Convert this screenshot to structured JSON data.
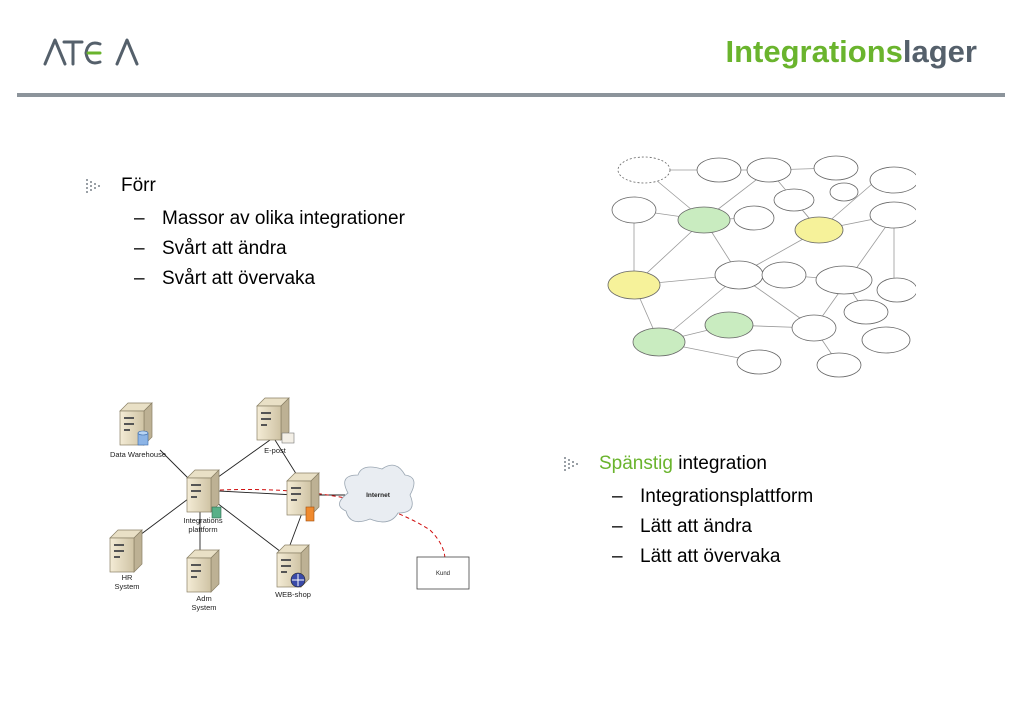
{
  "header": {
    "logo_text": "ATEA",
    "title_part1": "Integrations",
    "title_part2": "lager",
    "accent_color": "#6ab42d",
    "title_gray": "#55606b"
  },
  "left_list": {
    "heading": "Förr",
    "items": [
      "Massor av olika integrationer",
      "Svårt att ändra",
      "Svårt att övervaka"
    ]
  },
  "right_list": {
    "heading_highlight": "Spänstig",
    "heading_rest": " integration",
    "items": [
      "Integrationsplattform",
      "Lätt att ändra",
      "Lätt att övervaka"
    ]
  },
  "network_diagram": {
    "labels": {
      "data_warehouse": "Data Warehouse",
      "epost": "E-post",
      "integration": [
        "Integrations",
        "plattform"
      ],
      "internet": "Internet",
      "hr": [
        "HR",
        "System"
      ],
      "adm": [
        "Adm",
        "System"
      ],
      "webshop": "WEB-shop",
      "kund": "Kund"
    }
  }
}
